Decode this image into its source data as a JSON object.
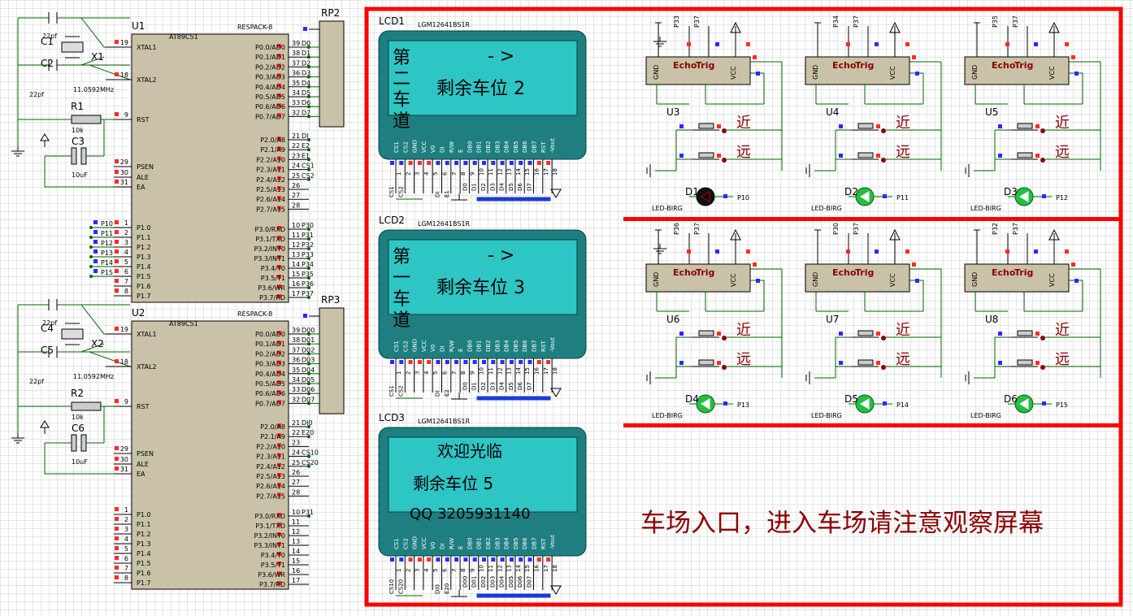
{
  "mcu": [
    {
      "ref": "U1",
      "type": "AT89C51",
      "xtal_ref": "X1",
      "xtal_label": "11.0592MHz",
      "c_top": "C1",
      "c_bot": "C2",
      "cap_val": "22pf",
      "r_ref": "R1",
      "r_val": "10k",
      "c_rst": "C3",
      "c_rst_val": "10uF",
      "rp": "RP2",
      "rp_type": "RESPACK-8",
      "left_pins": [
        {
          "n": "19",
          "l": "XTAL1"
        },
        {
          "n": "18",
          "l": "XTAL2"
        },
        {
          "n": "9",
          "l": "RST"
        },
        {
          "n": "29",
          "l": "PSEN"
        },
        {
          "n": "30",
          "l": "ALE"
        },
        {
          "n": "31",
          "l": "EA"
        },
        {
          "n": "1",
          "l": "P1.0"
        },
        {
          "n": "2",
          "l": "P1.1"
        },
        {
          "n": "3",
          "l": "P1.2"
        },
        {
          "n": "4",
          "l": "P1.3"
        },
        {
          "n": "5",
          "l": "P1.4"
        },
        {
          "n": "6",
          "l": "P1.5"
        },
        {
          "n": "7",
          "l": "P1.6"
        },
        {
          "n": "8",
          "l": "P1.7"
        }
      ],
      "p1_nets": [
        "P10",
        "P11",
        "P12",
        "P13",
        "P14",
        "P15"
      ],
      "right_pins": [
        {
          "n": "39",
          "l": "P0.0/AD0",
          "net": "D0"
        },
        {
          "n": "38",
          "l": "P0.1/AD1",
          "net": "D1"
        },
        {
          "n": "37",
          "l": "P0.2/AD2",
          "net": "D2"
        },
        {
          "n": "36",
          "l": "P0.3/AD3",
          "net": "D3"
        },
        {
          "n": "35",
          "l": "P0.4/AD4",
          "net": "D4"
        },
        {
          "n": "34",
          "l": "P0.5/AD5",
          "net": "D5"
        },
        {
          "n": "33",
          "l": "P0.6/AD6",
          "net": "D6"
        },
        {
          "n": "32",
          "l": "P0.7/AD7",
          "net": "D7"
        },
        {
          "n": "21",
          "l": "P2.0/A8",
          "net": "DI"
        },
        {
          "n": "22",
          "l": "P2.1/A9",
          "net": "E2"
        },
        {
          "n": "23",
          "l": "P2.2/A10",
          "net": "E1"
        },
        {
          "n": "24",
          "l": "P2.3/A11",
          "net": "CS1"
        },
        {
          "n": "25",
          "l": "P2.4/A12",
          "net": "CS2"
        },
        {
          "n": "26",
          "l": "P2.5/A13",
          "net": ""
        },
        {
          "n": "27",
          "l": "P2.6/A14",
          "net": ""
        },
        {
          "n": "28",
          "l": "P2.7/A15",
          "net": ""
        },
        {
          "n": "10",
          "l": "P3.0/RXD",
          "net": "P30"
        },
        {
          "n": "11",
          "l": "P3.1/TXD",
          "net": "P31"
        },
        {
          "n": "12",
          "l": "P3.2/INT0",
          "net": "P32"
        },
        {
          "n": "13",
          "l": "P3.3/INT1",
          "net": "P33"
        },
        {
          "n": "14",
          "l": "P3.4/T0",
          "net": "P34"
        },
        {
          "n": "15",
          "l": "P3.5/T1",
          "net": "P35"
        },
        {
          "n": "16",
          "l": "P3.6/WR",
          "net": "P36"
        },
        {
          "n": "17",
          "l": "P3.7/RD",
          "net": "P37"
        }
      ]
    },
    {
      "ref": "U2",
      "type": "AT89C51",
      "xtal_ref": "X2",
      "xtal_label": "11.0592MHz",
      "c_top": "C4",
      "c_bot": "C5",
      "cap_val": "22pf",
      "r_ref": "R2",
      "r_val": "10k",
      "c_rst": "C6",
      "c_rst_val": "10uF",
      "rp": "RP3",
      "rp_type": "RESPACK-8",
      "left_pins": [
        {
          "n": "19",
          "l": "XTAL1"
        },
        {
          "n": "18",
          "l": "XTAL2"
        },
        {
          "n": "9",
          "l": "RST"
        },
        {
          "n": "29",
          "l": "PSEN"
        },
        {
          "n": "30",
          "l": "ALE"
        },
        {
          "n": "31",
          "l": "EA"
        },
        {
          "n": "1",
          "l": "P1.0"
        },
        {
          "n": "2",
          "l": "P1.1"
        },
        {
          "n": "3",
          "l": "P1.2"
        },
        {
          "n": "4",
          "l": "P1.3"
        },
        {
          "n": "5",
          "l": "P1.4"
        },
        {
          "n": "6",
          "l": "P1.5"
        },
        {
          "n": "7",
          "l": "P1.6"
        },
        {
          "n": "8",
          "l": "P1.7"
        }
      ],
      "p1_nets": [],
      "right_pins": [
        {
          "n": "39",
          "l": "P0.0/AD0",
          "net": "D00"
        },
        {
          "n": "38",
          "l": "P0.1/AD1",
          "net": "D01"
        },
        {
          "n": "37",
          "l": "P0.2/AD2",
          "net": "D02"
        },
        {
          "n": "36",
          "l": "P0.3/AD3",
          "net": "D03"
        },
        {
          "n": "35",
          "l": "P0.4/AD4",
          "net": "D04"
        },
        {
          "n": "34",
          "l": "P0.5/AD5",
          "net": "D05"
        },
        {
          "n": "33",
          "l": "P0.6/AD6",
          "net": "D06"
        },
        {
          "n": "32",
          "l": "P0.7/AD7",
          "net": "D07"
        },
        {
          "n": "21",
          "l": "P2.0/A8",
          "net": "DI0"
        },
        {
          "n": "22",
          "l": "P2.1/A9",
          "net": "E20"
        },
        {
          "n": "23",
          "l": "P2.2/A10",
          "net": ""
        },
        {
          "n": "24",
          "l": "P2.3/A11",
          "net": "CS10"
        },
        {
          "n": "25",
          "l": "P2.4/A12",
          "net": "CS20"
        },
        {
          "n": "26",
          "l": "P2.5/A13",
          "net": ""
        },
        {
          "n": "27",
          "l": "P2.6/A14",
          "net": ""
        },
        {
          "n": "28",
          "l": "P2.7/A15",
          "net": ""
        },
        {
          "n": "10",
          "l": "P3.0/RXD",
          "net": "P31"
        },
        {
          "n": "11",
          "l": "P3.1/TXD",
          "net": ""
        },
        {
          "n": "12",
          "l": "P3.2/INT0",
          "net": ""
        },
        {
          "n": "13",
          "l": "P3.3/INT1",
          "net": ""
        },
        {
          "n": "14",
          "l": "P3.4/T0",
          "net": ""
        },
        {
          "n": "15",
          "l": "P3.5/T1",
          "net": ""
        },
        {
          "n": "16",
          "l": "P3.6/WR",
          "net": ""
        },
        {
          "n": "17",
          "l": "P3.7/RD",
          "net": ""
        }
      ]
    }
  ],
  "lcds": [
    {
      "ref": "LCD1",
      "model": "LGM12641BS1R",
      "vertical": [
        "第",
        "二",
        "车",
        "道"
      ],
      "arrow": "- >",
      "lines": [
        "剩余车位  2"
      ],
      "net_a": [
        "CS1",
        "CS2",
        "",
        "",
        "",
        "DI",
        "E1"
      ],
      "net_b": [
        "D0",
        "D1",
        "D2",
        "D3",
        "D4",
        "D5",
        "D6",
        "D7"
      ]
    },
    {
      "ref": "LCD2",
      "model": "LGM12641BS1R",
      "vertical": [
        "第",
        "一",
        "车",
        "道"
      ],
      "arrow": "- >",
      "lines": [
        "剩余车位  3"
      ],
      "net_a": [
        "CS1",
        "CS2",
        "",
        "",
        "",
        "DI",
        "E2"
      ],
      "net_b": [
        "D0",
        "D1",
        "D2",
        "D3",
        "D4",
        "D5",
        "D6",
        "D7"
      ]
    },
    {
      "ref": "LCD3",
      "model": "LGM12641BS1R",
      "vertical": [],
      "arrow": "",
      "lines": [
        "欢迎光临",
        "剩余车位  5",
        "QQ 3205931140"
      ],
      "net_a": [
        "CS10",
        "CS20",
        "",
        "",
        "",
        "DI0",
        "E20"
      ],
      "net_b": [
        "D00",
        "D01",
        "D02",
        "D03",
        "D04",
        "D05",
        "D06",
        "D07"
      ]
    }
  ],
  "lcd_pin_labels": [
    "CS1",
    "CS2",
    "GND",
    "VCC",
    "V0",
    "DI",
    "R/W",
    "E",
    "DB0",
    "DB1",
    "DB2",
    "DB3",
    "DB4",
    "DB5",
    "DB6",
    "DB7",
    "RST",
    "-Vout"
  ],
  "lcd_pin_nums": [
    "1",
    "2",
    "3",
    "4",
    "5",
    "6",
    "7",
    "8",
    "9",
    "10",
    "11",
    "12",
    "13",
    "14",
    "15",
    "16",
    "17",
    "18"
  ],
  "sensors": [
    {
      "ref": "U3",
      "trig": "P33",
      "echo": "P37",
      "led": "D1",
      "led_net": "P10",
      "led_on": false
    },
    {
      "ref": "U4",
      "trig": "P34",
      "echo": "P37",
      "led": "D2",
      "led_net": "P11",
      "led_on": true
    },
    {
      "ref": "U5",
      "trig": "P35",
      "echo": "P37",
      "led": "D3",
      "led_net": "P12",
      "led_on": true
    },
    {
      "ref": "U6",
      "trig": "P36",
      "echo": "P37",
      "led": "D4",
      "led_net": "P13",
      "led_on": true
    },
    {
      "ref": "U7",
      "trig": "P30",
      "echo": "P37",
      "led": "D5",
      "led_net": "P14",
      "led_on": true
    },
    {
      "ref": "U8",
      "trig": "P32",
      "echo": "P37",
      "led": "D6",
      "led_net": "P15",
      "led_on": true
    }
  ],
  "sensor_pins": [
    "GND",
    "Echo",
    "Trig",
    "VCC"
  ],
  "near_label": "近",
  "far_label": "远",
  "led_type": "LED-BIRG",
  "caption": "车场入口，进入车场请注意观察屏幕",
  "colors": {
    "lcd_body": "#1f7f80",
    "lcd_screen": "#2ec5c5",
    "chip": "#c9c2a8",
    "frame": "#ff0000",
    "wire": "#006400",
    "led_on": "#22c040",
    "caption": "#8b0000"
  }
}
